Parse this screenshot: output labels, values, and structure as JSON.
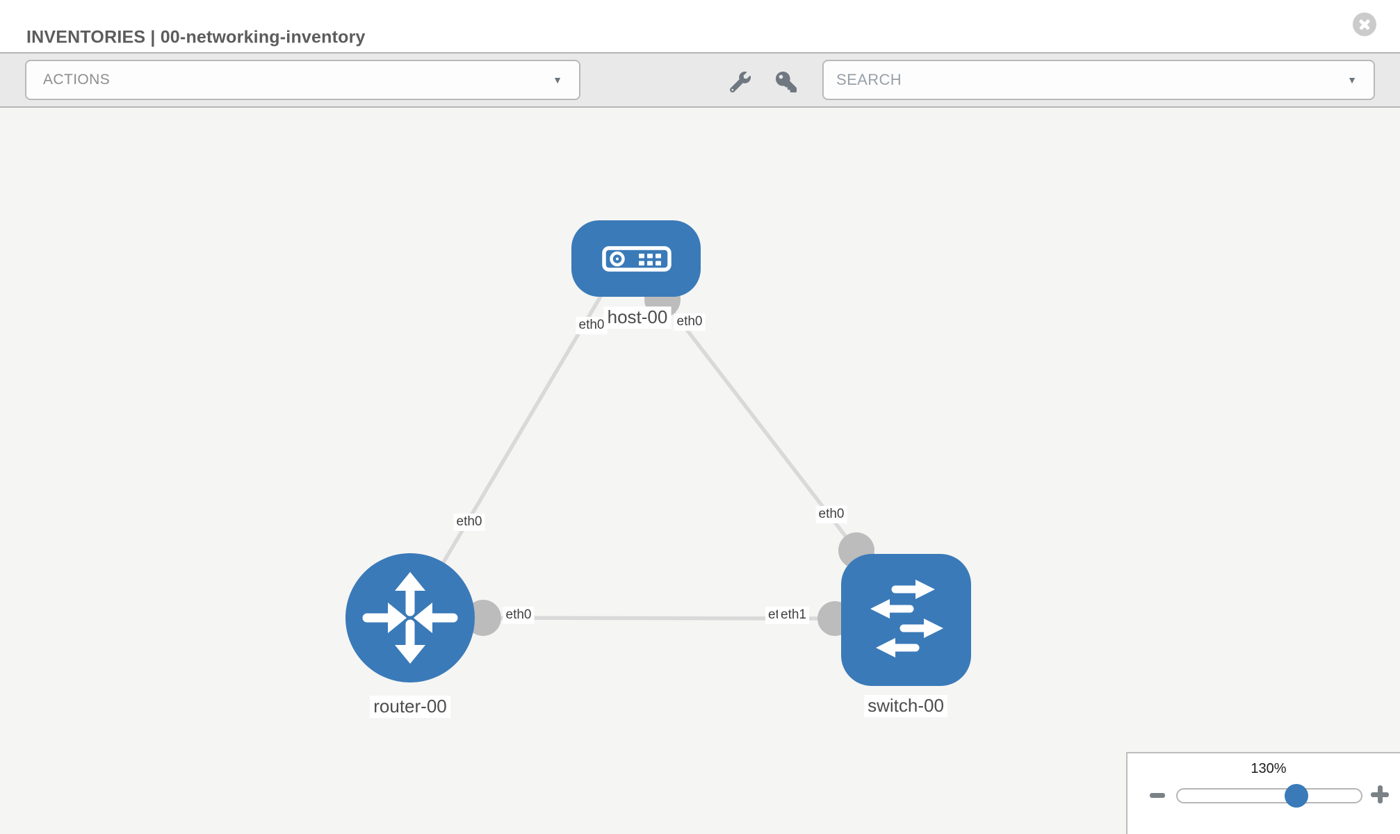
{
  "header": {
    "title": "INVENTORIES | 00-networking-inventory"
  },
  "toolbar": {
    "actions_label": "ACTIONS",
    "search_placeholder": "SEARCH",
    "caret_glyph": "▼"
  },
  "topology": {
    "nodes": [
      {
        "id": "host-00",
        "type": "host",
        "label": "host-00"
      },
      {
        "id": "router-00",
        "type": "router",
        "label": "router-00"
      },
      {
        "id": "switch-00",
        "type": "switch",
        "label": "switch-00"
      }
    ],
    "links": [
      {
        "source": "host-00",
        "target": "router-00",
        "source_interface": "eth0",
        "target_interface": "eth0"
      },
      {
        "source": "host-00",
        "target": "switch-00",
        "source_interface": "eth0",
        "target_interface": "eth0"
      },
      {
        "source": "router-00",
        "target": "switch-00",
        "source_interface": "eth0",
        "target_interface": "eth1"
      }
    ],
    "interface_labels": [
      "eth0",
      "eth0",
      "eth0",
      "eth0",
      "eth0",
      "eth1",
      "eth1"
    ]
  },
  "zoom": {
    "level": "130%"
  },
  "colors": {
    "node_blue": "#3a7ab8",
    "link_gray": "#d9d9d9",
    "connector_gray": "#bcbcbc",
    "toolbar_bg": "#e9e9e9",
    "canvas_bg": "#f5f5f4",
    "icon_gray": "#6f7780"
  }
}
